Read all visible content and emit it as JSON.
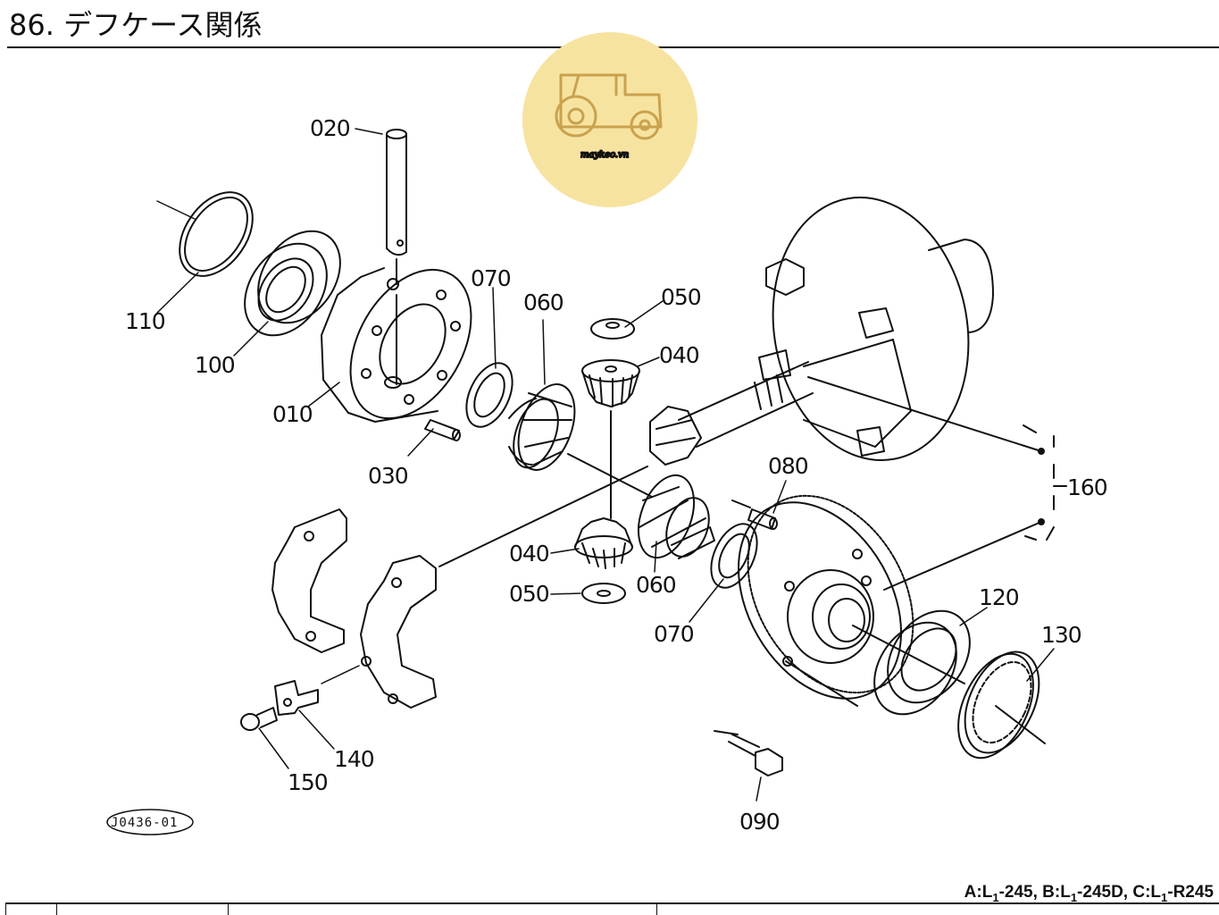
{
  "page": {
    "title": "86. デフケース関係"
  },
  "watermark": {
    "text": "maykeo.vn",
    "color": "#f7e3a0"
  },
  "callouts": {
    "p010": "010",
    "p020": "020",
    "p030": "030",
    "p040_top": "040",
    "p040_bottom": "040",
    "p050_top": "050",
    "p050_bottom": "050",
    "p060_top": "060",
    "p060_bottom": "060",
    "p070_top": "070",
    "p070_bottom": "070",
    "p080": "080",
    "p090": "090",
    "p100": "100",
    "p110": "110",
    "p120": "120",
    "p130": "130",
    "p140": "140",
    "p150": "150",
    "p160": "160"
  },
  "figure_code": "J0436-01",
  "applicable_models": {
    "prefix_a": "A:L",
    "sub_a": "1",
    "suffix_a": "-245,",
    "prefix_b": "B:L",
    "sub_b": "1",
    "suffix_b": "-245D,",
    "prefix_c": "C:L",
    "sub_c": "1",
    "suffix_c": "-R245"
  }
}
